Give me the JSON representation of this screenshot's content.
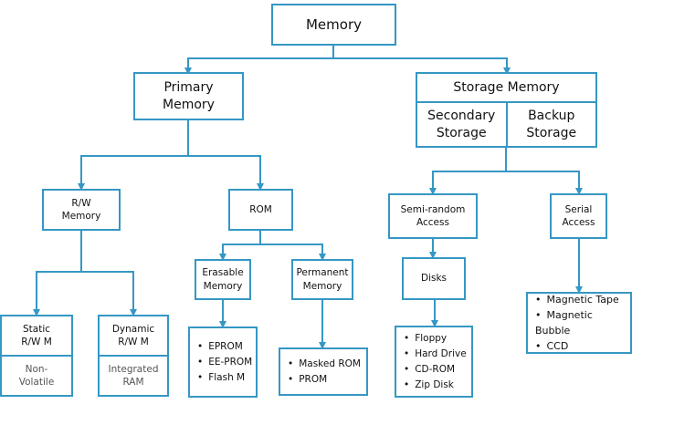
{
  "root": "Memory",
  "primary": {
    "label": "Primary\nMemory",
    "rw": {
      "label": "R/W\nMemory",
      "static": {
        "title": "Static\nR/W M",
        "desc": "Non-\nVolatile"
      },
      "dynamic": {
        "title": "Dynamic\nR/W M",
        "desc": "Integrated\nRAM"
      }
    },
    "rom": {
      "label": "ROM",
      "erasable": {
        "label": "Erasable\nMemory",
        "items": [
          "EPROM",
          "EE-PROM",
          "Flash M"
        ]
      },
      "permanent": {
        "label": "Permanent\nMemory",
        "items": [
          "Masked ROM",
          "PROM"
        ]
      }
    }
  },
  "storage": {
    "label": "Storage Memory",
    "secondary": "Secondary\nStorage",
    "backup": "Backup\nStorage",
    "semi_random": {
      "label": "Semi-random\nAccess",
      "disks": {
        "label": "Disks",
        "items": [
          "Floppy",
          "Hard Drive",
          "CD-ROM",
          "Zip Disk"
        ]
      }
    },
    "serial": {
      "label": "Serial\nAccess",
      "items": [
        "Magnetic Tape",
        "Magnetic Bubble",
        "CCD"
      ]
    }
  },
  "colors": {
    "line": "#3597c4",
    "border": "#3597c4",
    "text": "#111111"
  }
}
